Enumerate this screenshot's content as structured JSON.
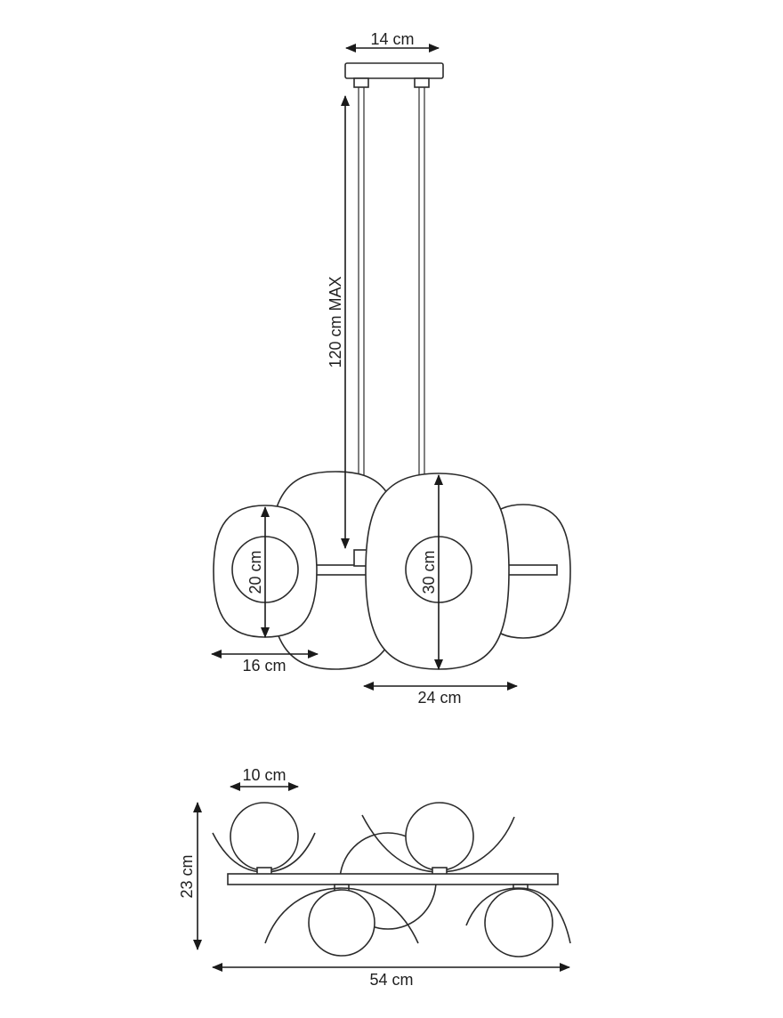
{
  "dimensions": {
    "canopy_width": "14 cm",
    "cable_length": "120 cm MAX",
    "small_shade_height": "20 cm",
    "small_shade_width": "16 cm",
    "large_shade_height": "30 cm",
    "large_shade_width": "24 cm",
    "globe_diameter": "10 cm",
    "total_depth": "23 cm",
    "total_width": "54 cm"
  }
}
